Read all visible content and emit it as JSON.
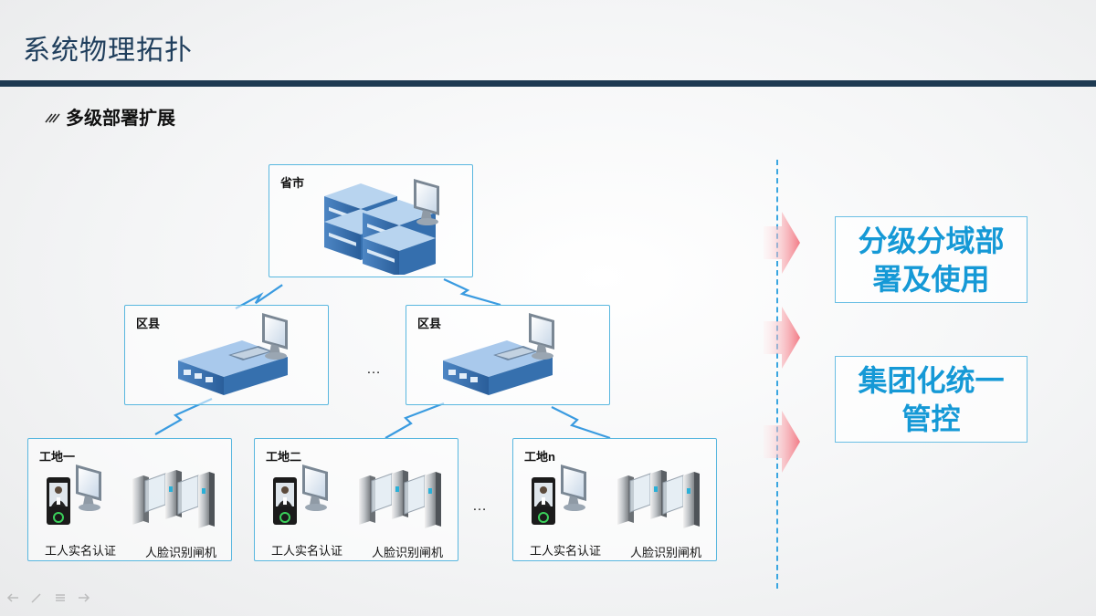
{
  "slide": {
    "title": "系统物理拓扑",
    "subtitle": "多级部署扩展"
  },
  "nodes": {
    "province": {
      "label": "省市"
    },
    "district_1": {
      "label": "区县"
    },
    "district_2": {
      "label": "区县"
    },
    "site_1": {
      "label": "工地一",
      "device_1": "工人实名认证",
      "device_2": "人脸识别闸机"
    },
    "site_2": {
      "label": "工地二",
      "device_1": "工人实名认证",
      "device_2": "人脸识别闸机"
    },
    "site_n": {
      "label": "工地n",
      "device_1": "工人实名认证",
      "device_2": "人脸识别闸机"
    }
  },
  "ellipsis": "…",
  "callouts": {
    "box_1": {
      "line_1": "分级分域部",
      "line_2": "署及使用"
    },
    "box_2": {
      "line_1": "集团化统一",
      "line_2": "管控"
    }
  },
  "colors": {
    "title": "#1f3e5c",
    "accent_bar": "#1e3a52",
    "node_border": "#59b7df",
    "callout_text": "#1599d6",
    "arrow": "#f6a3a8",
    "link": "#3a9be0"
  }
}
